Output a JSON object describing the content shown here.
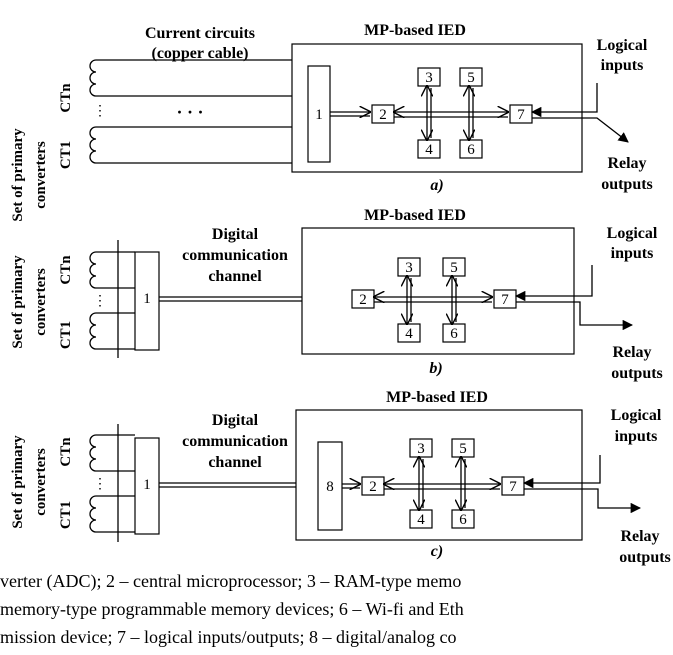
{
  "panels": [
    {
      "ied_title": "MP-based IED",
      "channel_label_1": "Current circuits",
      "channel_label_2": "(copper cable)",
      "dots": "· · ·",
      "side_label_1": "Set of primary",
      "side_label_2": "converters",
      "ctn": "CTn",
      "ct1": "CT1",
      "logical_1": "Logical",
      "logical_2": "inputs",
      "relay_1": "Relay",
      "relay_2": "outputs",
      "panel_label": "a)",
      "blocks": [
        "1",
        "2",
        "3",
        "4",
        "5",
        "6",
        "7"
      ]
    },
    {
      "ied_title": "MP-based IED",
      "channel_label_1": "Digital",
      "channel_label_2": "communication",
      "channel_label_3": "channel",
      "side_label_1": "Set of primary",
      "side_label_2": "converters",
      "ctn": "CTn",
      "ct1": "CT1",
      "logical_1": "Logical",
      "logical_2": "inputs",
      "relay_1": "Relay",
      "relay_2": "outputs",
      "panel_label": "b)",
      "blocks": [
        "1",
        "2",
        "3",
        "4",
        "5",
        "6",
        "7"
      ]
    },
    {
      "ied_title": "MP-based IED",
      "channel_label_1": "Digital",
      "channel_label_2": "communication",
      "channel_label_3": "channel",
      "side_label_1": "Set of primary",
      "side_label_2": "converters",
      "ctn": "CTn",
      "ct1": "CT1",
      "logical_1": "Logical",
      "logical_2": "inputs",
      "relay_1": "Relay",
      "relay_2": "outputs",
      "panel_label": "c)",
      "blocks": [
        "1",
        "2",
        "3",
        "4",
        "5",
        "6",
        "7",
        "8"
      ]
    }
  ],
  "caption": [
    "verter (ADC); 2 – central microprocessor; 3 – RAM-type memo",
    "memory-type programmable memory devices; 6 – Wi-fi and Eth",
    "mission device; 7 – logical inputs/outputs; 8 – digital/analog co"
  ]
}
